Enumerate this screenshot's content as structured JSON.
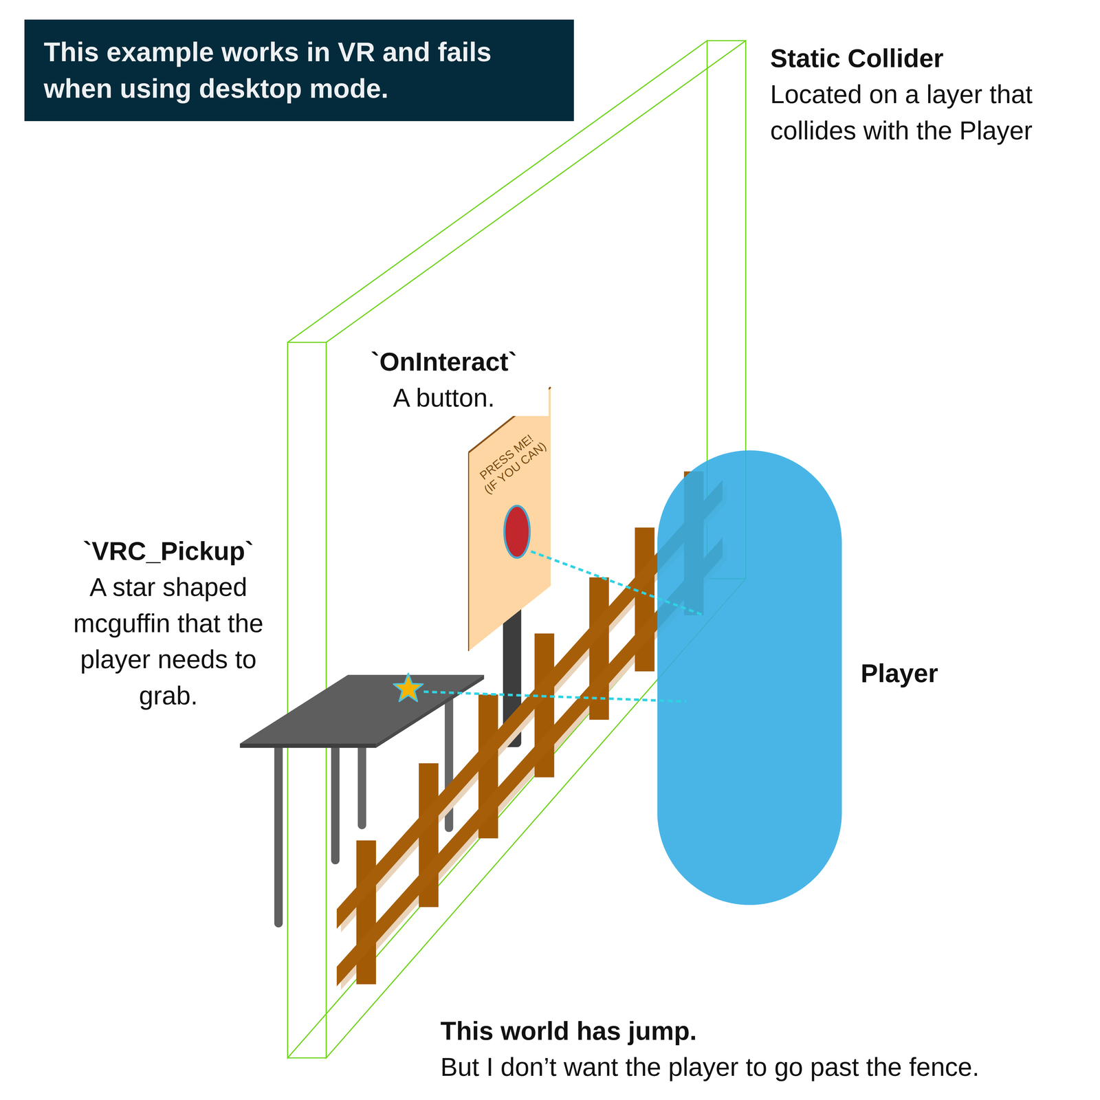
{
  "diagram": {
    "nodes": [
      {
        "text": [
          "This example works in VR and fails when using desktop mode."
        ]
      }
    ],
    "labels": [
      "Static Collider",
      "Located on a layer that collides with the Player",
      "`OnInteract`",
      "A button.",
      "PRESS ME!",
      "(IF YOU CAN)",
      "`VRC_Pickup`",
      "A star shaped mcguffin that the player needs to grab.",
      "Player",
      "This world has jump.",
      "But I don’t want the player to go past the fence."
    ]
  }
}
